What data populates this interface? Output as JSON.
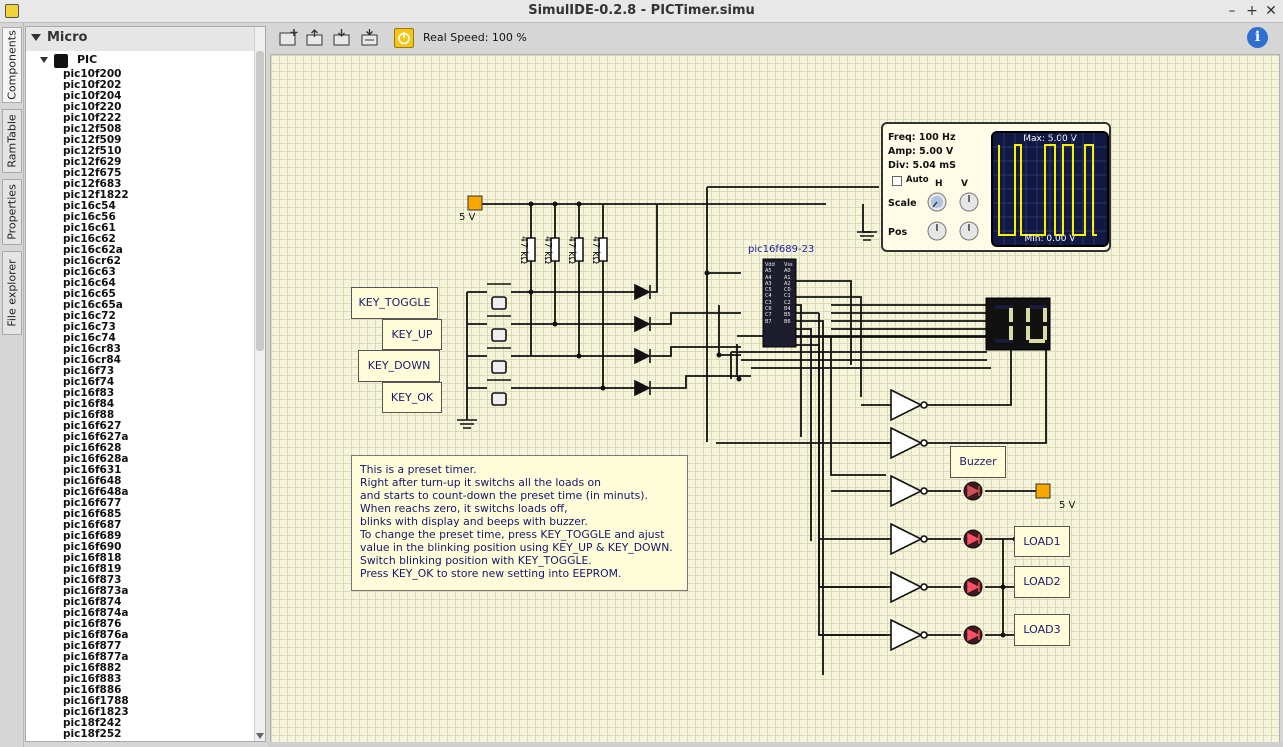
{
  "window": {
    "title": "SimulIDE-0.2.8  -  PICTimer.simu",
    "minimize": "–",
    "maximize": "+",
    "close": "✕"
  },
  "vtabs": [
    {
      "label": "Components",
      "active": true
    },
    {
      "label": "RamTable",
      "active": false
    },
    {
      "label": "Properties",
      "active": false
    },
    {
      "label": "File explorer",
      "active": false
    }
  ],
  "tree": {
    "category": "Micro",
    "family": "PIC",
    "family_icon": "chip-icon",
    "items": [
      "pic10f200",
      "pic10f202",
      "pic10f204",
      "pic10f220",
      "pic10f222",
      "pic12f508",
      "pic12f509",
      "pic12f510",
      "pic12f629",
      "pic12f675",
      "pic12f683",
      "pic12f1822",
      "pic16c54",
      "pic16c56",
      "pic16c61",
      "pic16c62",
      "pic16c62a",
      "pic16cr62",
      "pic16c63",
      "pic16c64",
      "pic16c65",
      "pic16c65a",
      "pic16c72",
      "pic16c73",
      "pic16c74",
      "pic16cr83",
      "pic16cr84",
      "pic16f73",
      "pic16f74",
      "pic16f83",
      "pic16f84",
      "pic16f88",
      "pic16f627",
      "pic16f627a",
      "pic16f628",
      "pic16f628a",
      "pic16f631",
      "pic16f648",
      "pic16f648a",
      "pic16f677",
      "pic16f685",
      "pic16f687",
      "pic16f689",
      "pic16f690",
      "pic16f818",
      "pic16f819",
      "pic16f873",
      "pic16f873a",
      "pic16f874",
      "pic16f874a",
      "pic16f876",
      "pic16f876a",
      "pic16f877",
      "pic16f877a",
      "pic16f882",
      "pic16f883",
      "pic16f886",
      "pic16f1788",
      "pic16f1823",
      "pic18f242",
      "pic18f252"
    ]
  },
  "toolbar": {
    "buttons": [
      {
        "name": "new-circuit-icon"
      },
      {
        "name": "open-circuit-icon"
      },
      {
        "name": "save-circuit-icon"
      },
      {
        "name": "save-as-icon"
      }
    ],
    "power_icon": "power-icon",
    "speed_label": "Real Speed: 100 %",
    "info_icon": "info-icon"
  },
  "circuit": {
    "supply_top": "5 V",
    "supply_buzzer": "5 V",
    "resistors": [
      "47 kΩ",
      "47 kΩ",
      "47 kΩ",
      "47 kΩ"
    ],
    "mcu_name": "pic16f689-23",
    "mcu_pins_left": [
      "Vdd",
      "A5",
      "A4",
      "A3",
      "C5",
      "C4",
      "C3",
      "C6",
      "C7",
      "B7"
    ],
    "mcu_pins_right": [
      "Vss",
      "A0",
      "A1",
      "A2",
      "C0",
      "C1",
      "C2",
      "B4",
      "B5",
      "B6"
    ],
    "keys": [
      "KEY_TOGGLE",
      "KEY_UP",
      "KEY_DOWN",
      "KEY_OK"
    ],
    "outputs": [
      "Buzzer",
      "LOAD1",
      "LOAD2",
      "LOAD3"
    ],
    "display_digits": "10",
    "note_lines": [
      "This is a preset timer.",
      "Right after turn-up it switchs all the loads on",
      "and starts to count-down the preset time (in minuts).",
      "When reachs zero, it switchs loads off,",
      "blinks with display and beeps with buzzer.",
      "To change the preset time, press KEY_TOGGLE and ajust",
      "value in the blinking position using KEY_UP & KEY_DOWN.",
      "Switch blinking position with KEY_TOGGLE.",
      "Press KEY_OK to store new setting into EEPROM."
    ]
  },
  "scope": {
    "freq": "Freq: 100 Hz",
    "amp": "Amp: 5.00 V",
    "div": "Div:  5.04 mS",
    "auto": "Auto",
    "auto_checked": false,
    "scale": "Scale",
    "pos": "Pos",
    "h": "H",
    "v": "V",
    "max": "Max: 5.00 V",
    "min": "Min: 0.00 V"
  }
}
